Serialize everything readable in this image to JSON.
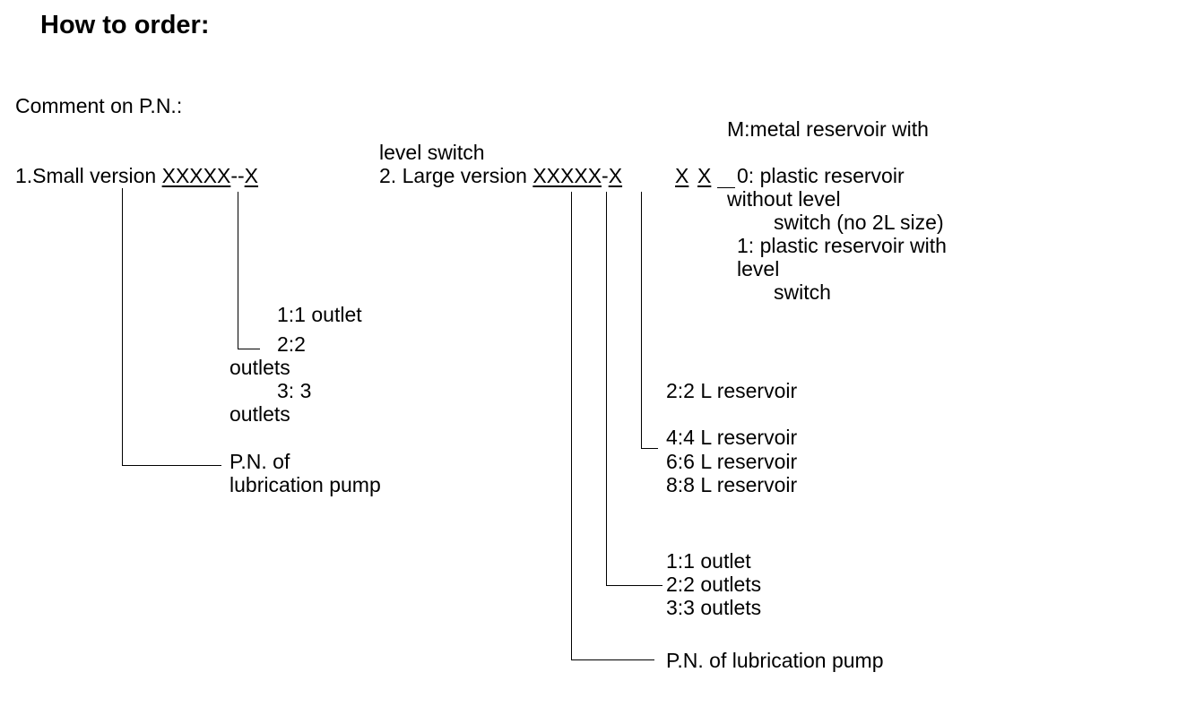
{
  "title": "How to order:",
  "comment_label": "Comment on P.N.:",
  "small": {
    "prefix": "1.Small version ",
    "code_main": "XXXXX",
    "separator": "--",
    "code_outlet": "X",
    "outlets": [
      {
        "code": "1:1 outlet",
        "rest": ""
      },
      {
        "code": "2:2",
        "rest": "outlets"
      },
      {
        "code": "3: 3",
        "rest": "outlets"
      }
    ],
    "pn_line1": "P.N. of",
    "pn_line2": "lubrication pump"
  },
  "large": {
    "level_switch_note": "level switch",
    "prefix": "2. Large version ",
    "code_main": "XXXXX",
    "separator": "-",
    "code_reservoir": "X",
    "code_x1": "X",
    "code_x2": "X",
    "reservoir_type_m": "M:metal reservoir with",
    "reservoir_type_0_line1": "0: plastic reservoir",
    "reservoir_type_0_line2": "without level",
    "reservoir_type_0_line3": "switch (no 2L size)",
    "reservoir_type_1_line1": "1: plastic reservoir with",
    "reservoir_type_1_line2": "level",
    "reservoir_type_1_line3": "switch",
    "reservoir_sizes": [
      "2:2 L reservoir",
      "4:4 L reservoir",
      "6:6 L reservoir",
      "8:8 L reservoir"
    ],
    "outlets": [
      "1:1 outlet",
      "2:2 outlets",
      "3:3 outlets"
    ],
    "pn": "P.N. of lubrication pump"
  }
}
